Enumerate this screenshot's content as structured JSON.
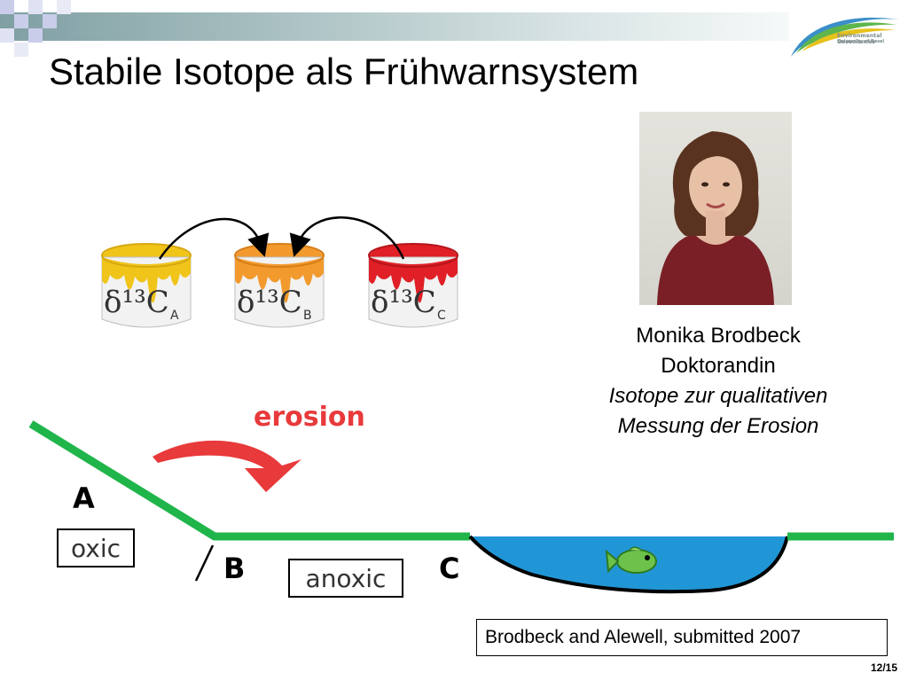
{
  "slide": {
    "title": "Stabile Isotope als Frühwarnsystem",
    "page_number": "12/15"
  },
  "logo": {
    "line1": "Environmental Geosciences",
    "line2": "University of Basel"
  },
  "colors": {
    "paint_a": "#f0c419",
    "paint_b": "#f29a2e",
    "paint_c": "#e01f26",
    "slope_green": "#1fb54a",
    "water_blue": "#2196d6",
    "erosion_red": "#e8393b"
  },
  "diagram": {
    "buckets": [
      {
        "label_main": "δ¹³C",
        "subscript": "A"
      },
      {
        "label_main": "δ¹³C",
        "subscript": "B"
      },
      {
        "label_main": "δ¹³C",
        "subscript": "C"
      }
    ],
    "erosion_label": "erosion",
    "point_a": "A",
    "point_b": "B",
    "point_c": "C",
    "oxic_label": "oxic",
    "anoxic_label": "anoxic"
  },
  "person": {
    "name": "Monika Brodbeck",
    "role": "Doktorandin",
    "topic_line1": "Isotope zur qualitativen",
    "topic_line2": "Messung der Erosion"
  },
  "reference": "Brodbeck and Alewell, submitted 2007"
}
